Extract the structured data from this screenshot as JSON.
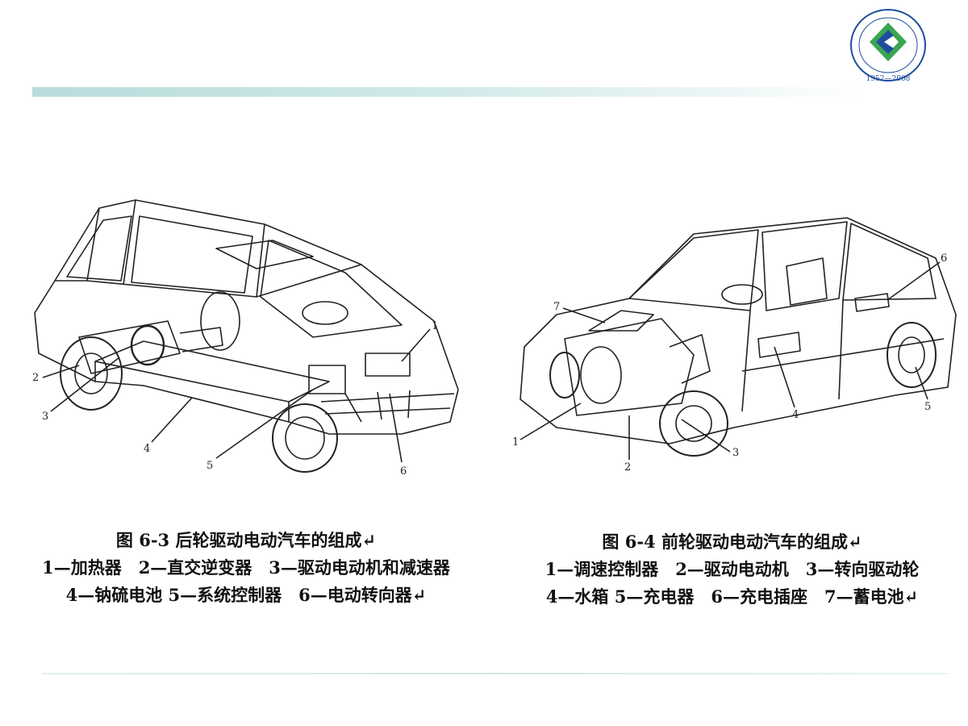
{
  "logo": {
    "years": "1952—2008"
  },
  "figure_left": {
    "title": "图 6-3 后轮驱动电动汽车的组成↵",
    "line1": "1—加热器　2—直交逆变器　3—驱动电动机和减速器",
    "line2": "4—钠硫电池  5—系统控制器　6—电动转向器↵",
    "callouts": [
      "1",
      "2",
      "3",
      "4",
      "5",
      "6"
    ]
  },
  "figure_right": {
    "title": "图 6-4 前轮驱动电动汽车的组成↵",
    "line1": "1—调速控制器　2—驱动电动机　3—转向驱动轮",
    "line2": "4—水箱 5—充电器　6—充电插座　7—蓄电池↵",
    "callouts": [
      "1",
      "2",
      "3",
      "4",
      "5",
      "6",
      "7"
    ]
  },
  "colors": {
    "accent_bar": "#b9dcdc",
    "logo_blue": "#1f4e9c",
    "logo_green": "#3aa651"
  }
}
